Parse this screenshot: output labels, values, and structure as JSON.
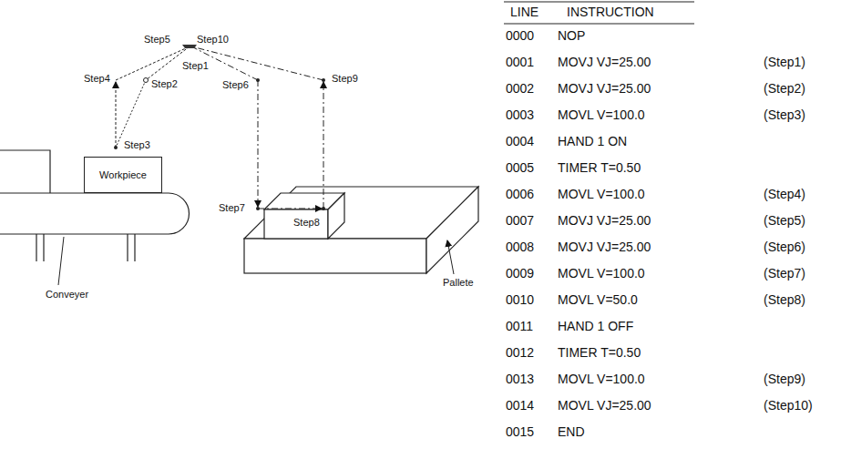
{
  "diagram": {
    "nodes": [
      {
        "text": [
          "Workpiece"
        ]
      }
    ],
    "labels": [
      "Step5",
      "Step10",
      "Step1",
      "Step4",
      "Step2",
      "Step6",
      "Step9",
      "Step3",
      "Step7",
      "Step8",
      "Conveyer",
      "Pallete",
      "LINE",
      "INSTRUCTION",
      "0000",
      "NOP",
      "0001",
      "MOVJ VJ=25.00",
      "(Step1)",
      "0002",
      "MOVJ VJ=25.00",
      "(Step2)",
      "0003",
      "MOVL V=100.0",
      "(Step3)",
      "0004",
      "HAND 1 ON",
      "0005",
      "TIMER T=0.50",
      "0006",
      "MOVL V=100.0",
      "(Step4)",
      "0007",
      "MOVJ VJ=25.00",
      "(Step5)",
      "0008",
      "MOVJ VJ=25.00",
      "(Step6)",
      "0009",
      "MOVL V=100.0",
      "(Step7)",
      "0010",
      "MOVL V=50.0",
      "(Step8)",
      "0011",
      "HAND 1 OFF",
      "0012",
      "TIMER T=0.50",
      "0013",
      "MOVL V=100.0",
      "(Step9)",
      "0014",
      "MOVL VJ=25.00",
      "(Step10)",
      "0015",
      "END"
    ]
  }
}
